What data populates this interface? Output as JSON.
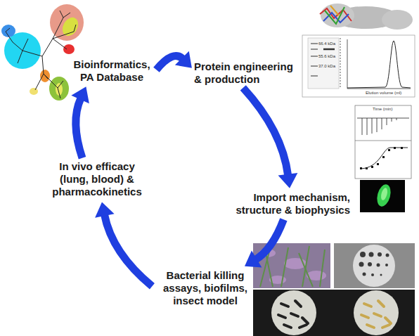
{
  "diagram": {
    "nodes": [
      {
        "text": [
          "Bioinformatics, PA Database"
        ]
      },
      {
        "text": [
          "Protein engineering & production"
        ]
      },
      {
        "text": [
          "Import mechanism, structure & biophysics"
        ]
      },
      {
        "text": [
          "Bacterial killing assays, biofilms, insect model"
        ]
      },
      {
        "text": [
          "In vivo efficacy (lung, blood) & pharmacokinetics"
        ]
      }
    ],
    "edges": [
      {
        "from": 0,
        "to": 1,
        "arrow": "to"
      },
      {
        "from": 1,
        "to": 2,
        "arrow": "to"
      },
      {
        "from": 2,
        "to": 3,
        "arrow": "to"
      },
      {
        "from": 3,
        "to": 4,
        "arrow": "to"
      },
      {
        "from": 4,
        "to": 0,
        "arrow": "to"
      }
    ],
    "labels": [
      "66.4 kDa",
      "55.6 kDa",
      "37.0 kDa",
      "Elution volume (ml)",
      "Time (min)"
    ]
  }
}
